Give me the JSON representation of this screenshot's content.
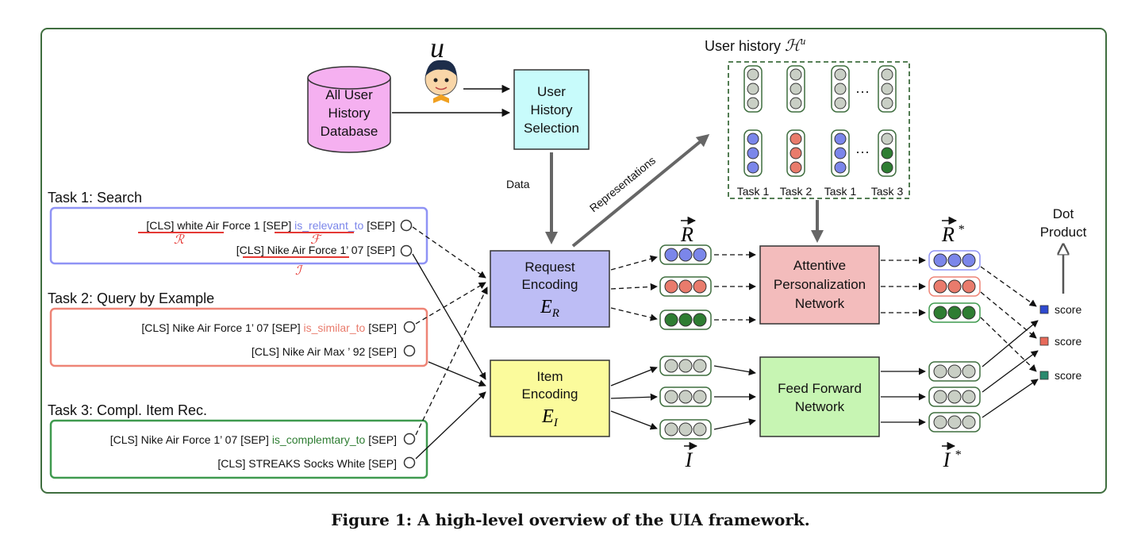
{
  "caption": "Figure 1: A high-level overview of the UIA framework.",
  "user_symbol": "u",
  "database": [
    "All User",
    "History",
    "Database"
  ],
  "selection": [
    "User",
    "History",
    "Selection"
  ],
  "history": {
    "title_text": "User history ",
    "title_symbol": "ℋ",
    "title_sup": "u",
    "ellipsis": "···",
    "task_labels": [
      "Task 1",
      "Task 2",
      "Task 1",
      "Task 3"
    ]
  },
  "edges": {
    "data": "Data",
    "representations": "Representations"
  },
  "tasks": [
    {
      "title": "Task 1: Search",
      "lines": [
        {
          "pre": "[CLS] ",
          "under": "white Air Force",
          "mid": " 1 [SEP] ",
          "rel": "is_relevant_to",
          "post": " [SEP]"
        },
        {
          "pre": "[CLS] ",
          "under": "Nike Air Force",
          "mid": " 1’ 07 [SEP]",
          "rel": "",
          "post": ""
        }
      ],
      "marks": [
        "ℛ",
        "ℱ",
        "ℐ"
      ]
    },
    {
      "title": "Task 2: Query by Example",
      "lines": [
        {
          "pre": "[CLS] Nike Air Force 1’ 07 [SEP] ",
          "rel": "is_similar_to",
          "post": " [SEP]"
        },
        {
          "pre": "[CLS] Nike Air Max ’ 92 [SEP]",
          "rel": "",
          "post": ""
        }
      ]
    },
    {
      "title": "Task 3: Compl. Item Rec.",
      "lines": [
        {
          "pre": "[CLS] Nike Air Force 1’ 07 [SEP] ",
          "rel": "is_complemtary_to",
          "post": " [SEP]"
        },
        {
          "pre": "[CLS] STREAKS Socks White [SEP]",
          "rel": "",
          "post": ""
        }
      ]
    }
  ],
  "request_encoding": {
    "lines": [
      "Request",
      "Encoding"
    ],
    "symbol": "E",
    "sub": "R"
  },
  "item_encoding": {
    "lines": [
      "Item",
      "Encoding"
    ],
    "symbol": "E",
    "sub": "I"
  },
  "attentive": [
    "Attentive",
    "Personalization",
    "Network"
  ],
  "feedforward": [
    "Feed Forward",
    "Network"
  ],
  "vectors": {
    "R": "R",
    "R_star": "R",
    "star": "*",
    "I": "I",
    "I_star": "I"
  },
  "dot_product": [
    "Dot",
    "Product"
  ],
  "score_label": "score",
  "colors": {
    "blue": "#7b86ea",
    "red": "#e97b6c",
    "green": "#2e7d32",
    "gray": "#c9cfc5",
    "task1_border": "#8f93f5",
    "task2_border": "#ee8476",
    "task3_border": "#3f9a4f",
    "request_fill": "#bdbdf5",
    "item_fill": "#fbfb9c",
    "attentive_fill": "#f3bcbc",
    "feedforward_fill": "#c7f5b3",
    "selection_fill": "#c8fbfb",
    "database_fill": "#f5b0f0",
    "frame": "#3f6e3f",
    "score_blue": "#2f4ad0",
    "score_red": "#e76a5a",
    "score_green": "#2a8a6e"
  }
}
